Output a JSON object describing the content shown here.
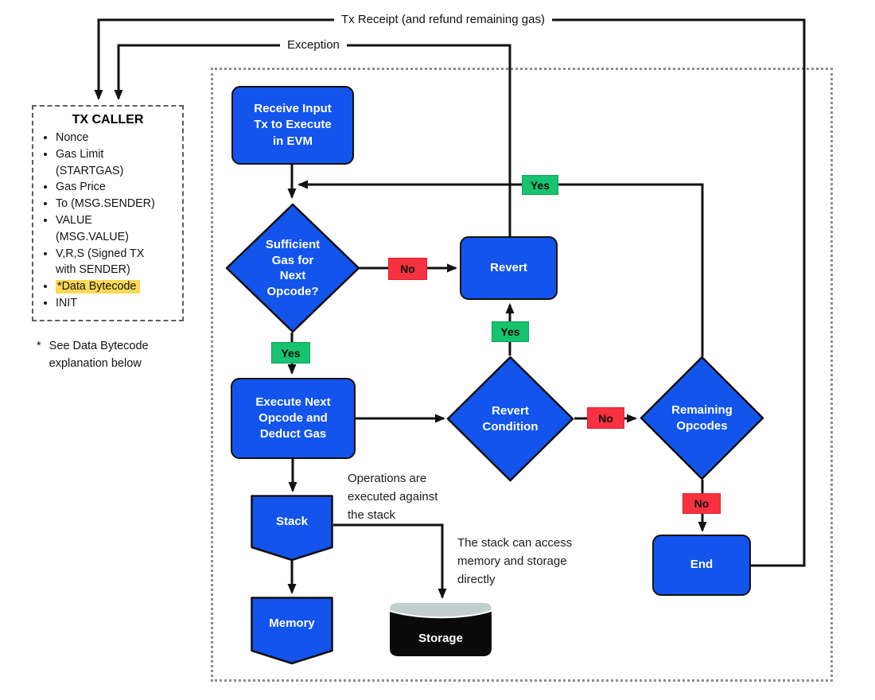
{
  "colors": {
    "node_blue": "#1254ec",
    "badge_green": "#16c36e",
    "badge_red": "#f83140",
    "highlight_yellow": "#fad955",
    "storage_black": "#0a0a0a",
    "storage_cap_gray": "#c2cfcf",
    "line_black": "#111111"
  },
  "labels": {
    "tx_receipt": "Tx Receipt (and refund remaining gas)",
    "exception": "Exception"
  },
  "tx_caller": {
    "title": "TX CALLER",
    "items": [
      "Nonce",
      "Gas Limit\n(STARTGAS)",
      "Gas Price",
      "To (MSG.SENDER)",
      "VALUE\n(MSG.VALUE)",
      "V,R,S (Signed TX\nwith SENDER)",
      "*Data Bytecode",
      "INIT"
    ],
    "highlighted_item": "*Data Bytecode"
  },
  "footnote": {
    "marker": "*",
    "text": "See Data Bytecode explanation below"
  },
  "nodes": {
    "receive": "Receive Input\nTx to Execute\nin EVM",
    "sufficient_gas": "Sufficient\nGas for\nNext\nOpcode?",
    "revert": "Revert",
    "execute": "Execute Next\nOpcode and\nDeduct Gas",
    "revert_condition": "Revert\nCondition",
    "remaining_opcodes": "Remaining\nOpcodes",
    "end": "End",
    "stack": "Stack",
    "memory": "Memory",
    "storage": "Storage"
  },
  "edge_labels": {
    "yes": "Yes",
    "no": "No"
  },
  "notes": {
    "operations": "Operations are\nexecuted against\nthe stack",
    "stack_access": "The stack can access\nmemory and storage\ndirectly"
  }
}
